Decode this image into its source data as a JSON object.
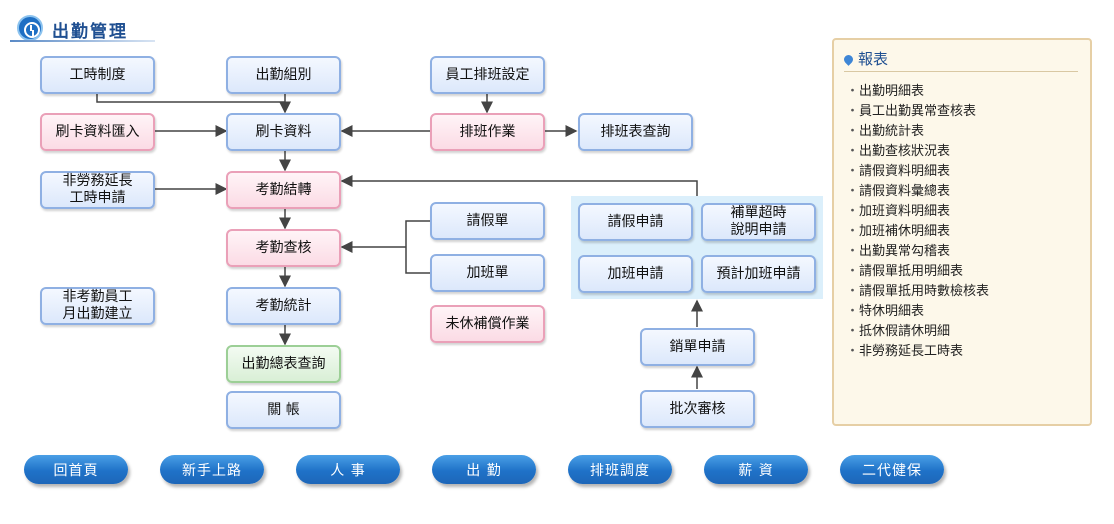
{
  "header": {
    "title": "出勤管理"
  },
  "flow": {
    "work_hours": "工時制度",
    "attendance_group": "出勤組別",
    "shift_setting": "員工排班設定",
    "card_import": "刷卡資料匯入",
    "card_data": "刷卡資料",
    "shift_work": "排班作業",
    "shift_query": "排班表查詢",
    "nonlabor_ot_line1": "非勞務延長",
    "nonlabor_ot_line2": "工時申請",
    "attendance_transfer": "考勤結轉",
    "leave_slip": "請假單",
    "attendance_check": "考勤查核",
    "overtime_slip": "加班單",
    "non_attendance_line1": "非考勤員工",
    "non_attendance_line2": "月出勤建立",
    "attendance_stats": "考勤統計",
    "comp_leave": "未休補償作業",
    "summary_query": "出勤總表查詢",
    "close_account": "關 帳",
    "leave_apply": "請假申請",
    "supp_ot_line1": "補單超時",
    "supp_ot_line2": "說明申請",
    "overtime_apply": "加班申請",
    "planned_ot_apply": "預計加班申請",
    "cancel_apply": "銷單申請",
    "batch_review": "批次審核"
  },
  "reports": {
    "title": "報表",
    "items": [
      "出勤明細表",
      "員工出勤異常查核表",
      "出勤統計表",
      "出勤查核狀況表",
      "請假資料明細表",
      "請假資料彙總表",
      "加班資料明細表",
      "加班補休明細表",
      "出勤異常勾稽表",
      "請假單抵用明細表",
      "請假單抵用時數檢核表",
      "特休明細表",
      "抵休假請休明細",
      "非勞務延長工時表"
    ]
  },
  "nav": {
    "home": "回首頁",
    "beginner": "新手上路",
    "hr": "人 事",
    "attendance": "出 勤",
    "scheduling": "排班調度",
    "salary": "薪 資",
    "nhi": "二代健保"
  },
  "colors": {
    "nav_blue": "#1f72c8",
    "title_blue": "#1f4f91",
    "pink_border": "#eaa0b8",
    "blue_border": "#8fb0e3",
    "green_border": "#9ccf96"
  }
}
